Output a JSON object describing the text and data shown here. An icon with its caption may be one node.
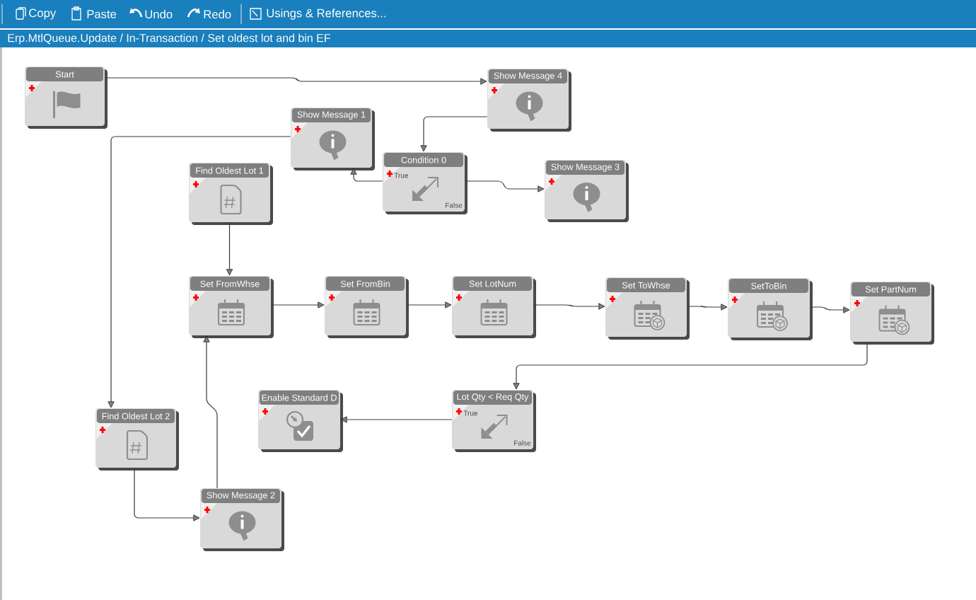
{
  "diagram": {
    "title": "Erp.MtlQueue.Update / In-Transaction / Set oldest lot and bin EF",
    "nodes": [
      {
        "text": [
          "Start"
        ]
      },
      {
        "text": [
          "Show Message 4"
        ]
      },
      {
        "text": [
          "Show Message 1"
        ]
      },
      {
        "text": [
          "Condition 0",
          "True",
          "False"
        ]
      },
      {
        "text": [
          "Show Message 3"
        ]
      },
      {
        "text": [
          "Find Oldest Lot 1"
        ]
      },
      {
        "text": [
          "Set FromWhse"
        ]
      },
      {
        "text": [
          "Set FromBin"
        ]
      },
      {
        "text": [
          "Set LotNum"
        ]
      },
      {
        "text": [
          "Set ToWhse"
        ]
      },
      {
        "text": [
          "SetToBin"
        ]
      },
      {
        "text": [
          "Set PartNum"
        ]
      },
      {
        "text": [
          "Enable Standard D"
        ]
      },
      {
        "text": [
          "Lot Qty < Req Qty",
          "True",
          "False"
        ]
      },
      {
        "text": [
          "Find Oldest Lot 2"
        ]
      },
      {
        "text": [
          "Show Message 2"
        ]
      }
    ],
    "edges": [
      {
        "from": 0,
        "to": 1,
        "arrow": "to"
      },
      {
        "from": 1,
        "to": 3,
        "arrow": "to"
      },
      {
        "from": 3,
        "to": 2,
        "arrow": "to"
      },
      {
        "from": 3,
        "to": 4,
        "arrow": "to"
      },
      {
        "from": 2,
        "to": 14,
        "arrow": "to"
      },
      {
        "from": 5,
        "to": 6,
        "arrow": "to"
      },
      {
        "from": 6,
        "to": 7,
        "arrow": "to"
      },
      {
        "from": 7,
        "to": 8,
        "arrow": "to"
      },
      {
        "from": 8,
        "to": 9,
        "arrow": "to"
      },
      {
        "from": 9,
        "to": 10,
        "arrow": "to"
      },
      {
        "from": 10,
        "to": 11,
        "arrow": "to"
      },
      {
        "from": 11,
        "to": 13,
        "arrow": "to"
      },
      {
        "from": 13,
        "to": 12,
        "arrow": "to"
      },
      {
        "from": 14,
        "to": 15,
        "arrow": "to"
      },
      {
        "from": 15,
        "to": 6,
        "arrow": "to"
      }
    ],
    "labels": [
      "Copy",
      "Paste",
      "Undo",
      "Redo",
      "Usings & References..."
    ]
  }
}
